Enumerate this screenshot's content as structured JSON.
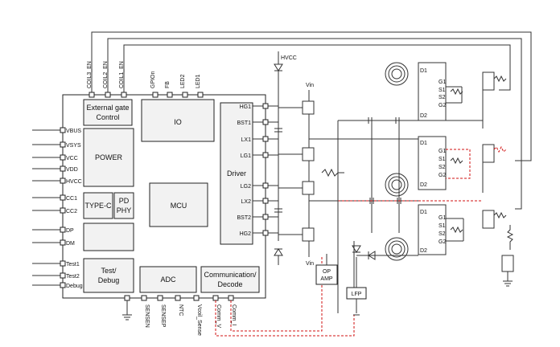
{
  "chip": {
    "blocks": {
      "external_gate": [
        "External gate",
        "Control"
      ],
      "io": "IO",
      "power": "POWER",
      "typec": "TYPE-C",
      "pd": [
        "PD",
        "PHY"
      ],
      "mcu": "MCU",
      "driver": "Driver",
      "test": [
        "Test/",
        "Debug"
      ],
      "adc": "ADC",
      "comm": [
        "Communication/",
        "Decode"
      ]
    },
    "left_pins": [
      "VBUS",
      "VSYS",
      "VCC",
      "VDD",
      "HVCC",
      "CC1",
      "CC2",
      "DP",
      "DM",
      "Test1",
      "Test2",
      "Debug"
    ],
    "top_pins": [
      "COIL3_EN",
      "COIL2_EN",
      "COIL1_EN",
      "GPIOn",
      "FB",
      "LED2",
      "LED1"
    ],
    "right_pins": [
      "HG1",
      "BST1",
      "LX1",
      "LG1",
      "LG2",
      "LX2",
      "BST2",
      "HG2"
    ],
    "bottom_pins": [
      "SENSEN",
      "SENSEP",
      "NTC",
      "Vcoil_Sense",
      "Comm_V",
      "Comm_I"
    ]
  },
  "external": {
    "hvcc": "HVCC",
    "vin_top": "Vin",
    "vin_bottom": "Vin",
    "op_amp": [
      "OP",
      "AMP"
    ],
    "lfp": "LFP",
    "switch_pins": [
      "D1",
      "G1",
      "S1",
      "S2",
      "G2",
      "D2"
    ]
  }
}
